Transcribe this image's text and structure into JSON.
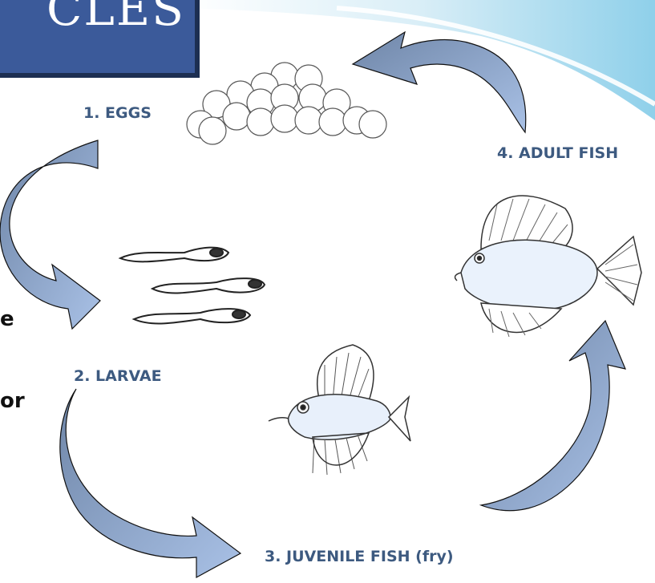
{
  "title_fragment": "CLES",
  "stages": [
    {
      "label": "1. EGGS"
    },
    {
      "label": "2. LARVAE"
    },
    {
      "label": "3.  JUVENILE FISH (fry)"
    },
    {
      "label": "4.  ADULT FISH"
    }
  ],
  "cropped_text": [
    "e",
    "or"
  ],
  "colors": {
    "title_bg": "#3b5a9a",
    "label_text": "#3d5a80",
    "arrow_light": "#9fb8dd",
    "arrow_dark": "#6f86a8",
    "wave": "#bfe2f1"
  },
  "icons": [
    "eggs-cluster-icon",
    "larvae-icon",
    "juvenile-fish-icon",
    "adult-fish-icon",
    "cycle-arrow-icon"
  ]
}
